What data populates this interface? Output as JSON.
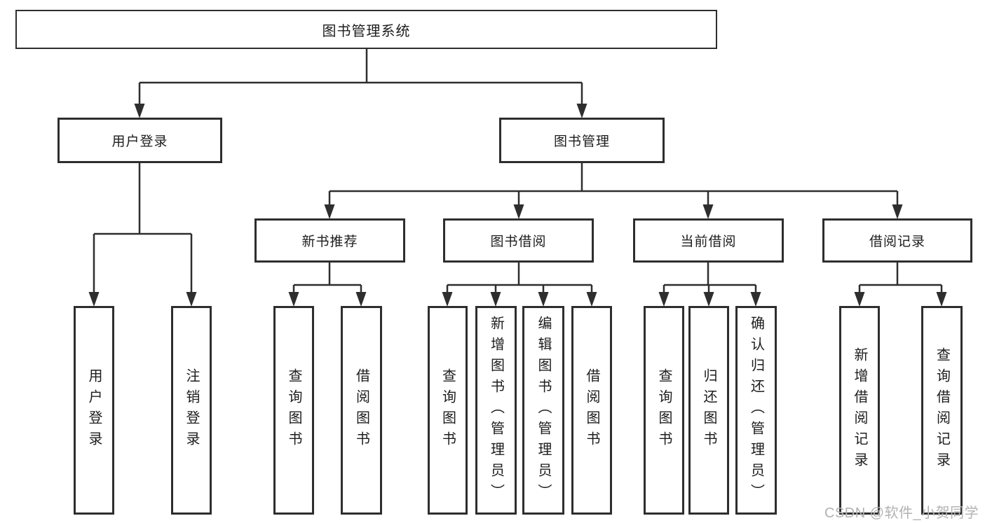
{
  "diagram": {
    "root": "图书管理系统",
    "branches": [
      {
        "label": "用户登录",
        "children": [
          "用户登录",
          "注销登录"
        ]
      },
      {
        "label": "图书管理",
        "sections": [
          {
            "label": "新书推荐",
            "children": [
              "查询图书",
              "借阅图书"
            ]
          },
          {
            "label": "图书借阅",
            "children": [
              "查询图书",
              "新增图书（管理员）",
              "编辑图书（管理员）",
              "借阅图书"
            ]
          },
          {
            "label": "当前借阅",
            "children": [
              "查询图书",
              "归还图书",
              "确认归还（管理员）"
            ]
          },
          {
            "label": "借阅记录",
            "children": [
              "新增借阅记录",
              "查询借阅记录"
            ]
          }
        ]
      }
    ]
  },
  "watermark": "CSDN @软件_小贺同学",
  "colors": {
    "line": "#2e2e2e",
    "box_border": "#2e2e2e",
    "text": "#1d1d1d",
    "watermark": "#b2b2b2",
    "background": "#ffffff"
  }
}
